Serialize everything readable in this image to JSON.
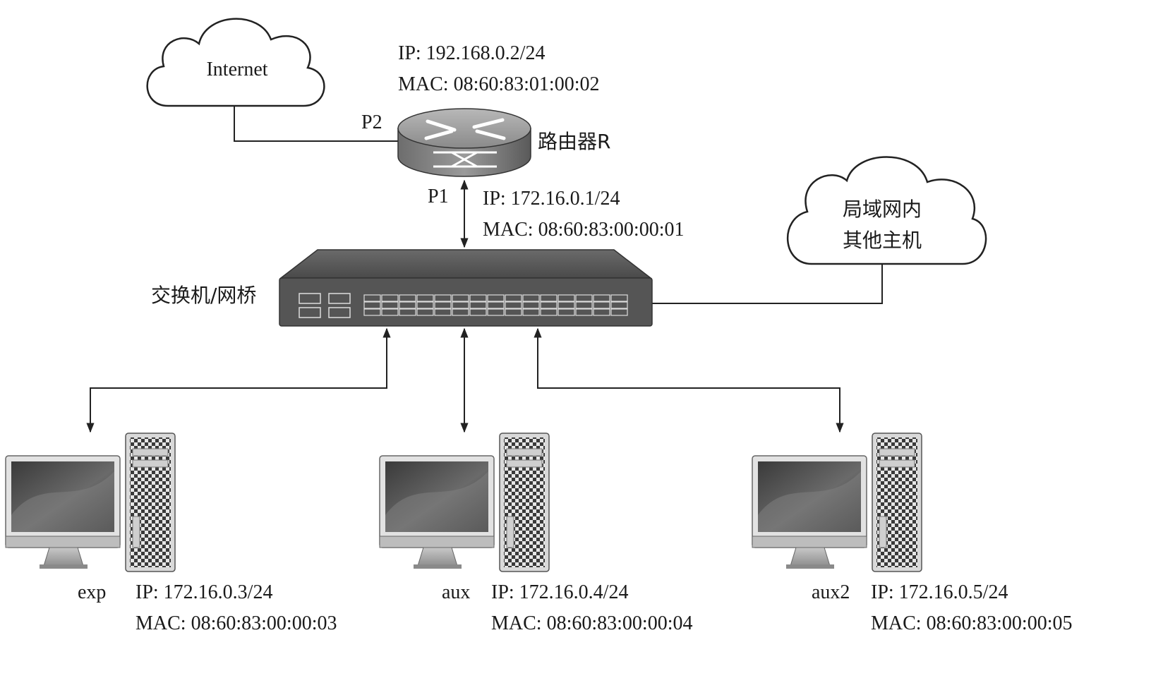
{
  "internet": {
    "label": "Internet"
  },
  "router": {
    "name": "路由器R",
    "ip": "IP: 192.168.0.2/24",
    "mac": "MAC: 08:60:83:01:00:02",
    "port_wan": "P2",
    "port_lan": "P1",
    "lan_ip": "IP: 172.16.0.1/24",
    "lan_mac": "MAC: 08:60:83:00:00:01"
  },
  "switch": {
    "name": "交换机/网桥"
  },
  "lan_cloud": {
    "line1": "局域网内",
    "line2": "其他主机"
  },
  "hosts": [
    {
      "name": "exp",
      "ip": "IP: 172.16.0.3/24",
      "mac": "MAC: 08:60:83:00:00:03"
    },
    {
      "name": "aux",
      "ip": "IP: 172.16.0.4/24",
      "mac": "MAC: 08:60:83:00:00:04"
    },
    {
      "name": "aux2",
      "ip": "IP: 172.16.0.5/24",
      "mac": "MAC: 08:60:83:00:00:05"
    }
  ]
}
